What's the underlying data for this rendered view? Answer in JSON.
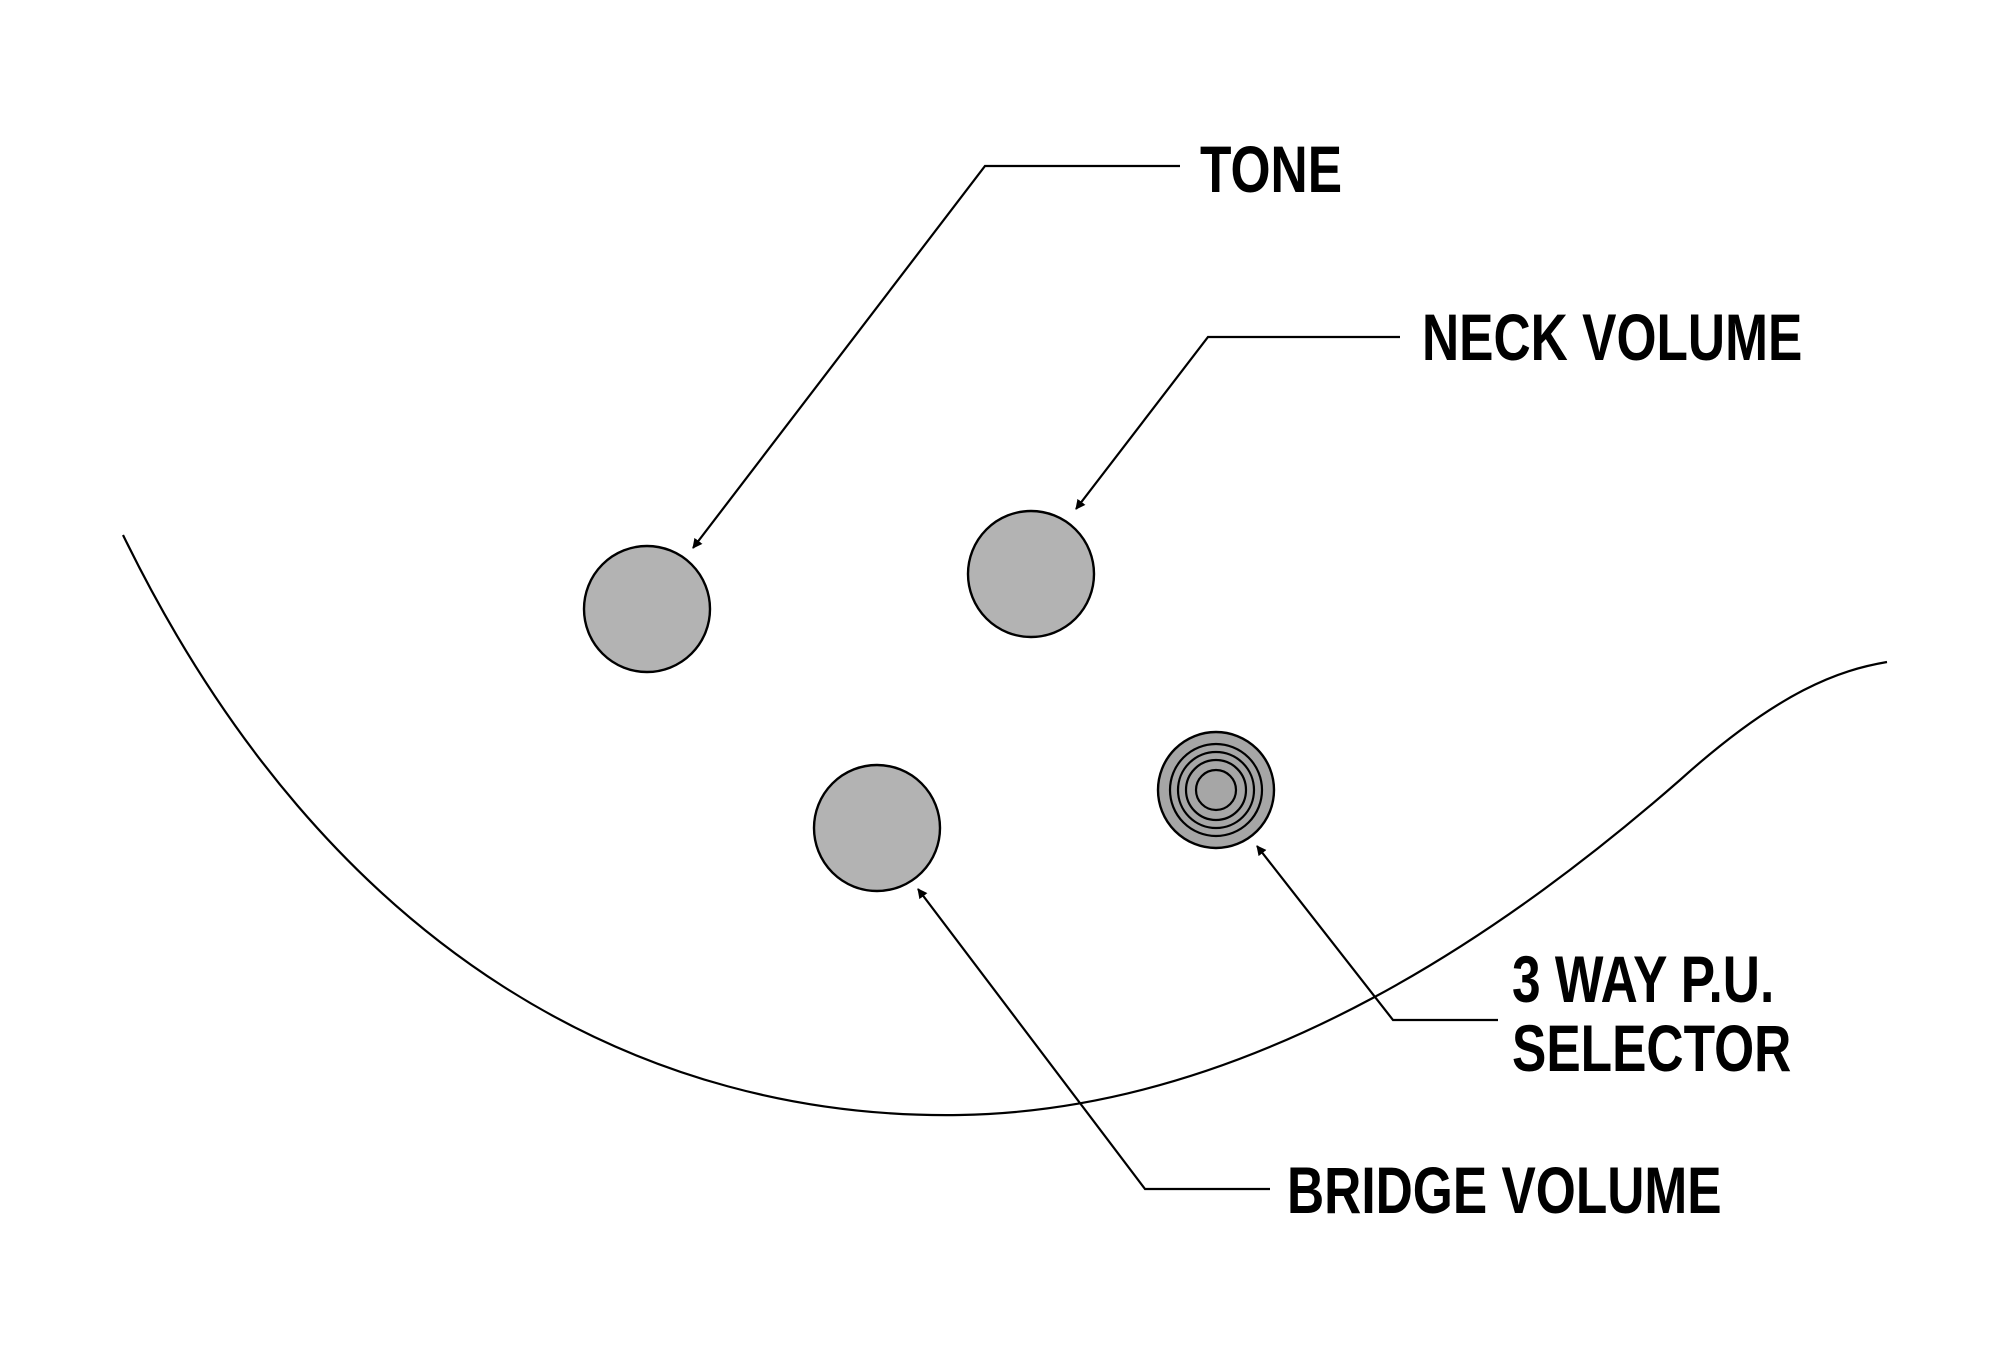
{
  "diagram": {
    "controls": [
      {
        "id": "tone",
        "label": "TONE"
      },
      {
        "id": "neck-volume",
        "label": "NECK VOLUME"
      },
      {
        "id": "bridge-volume",
        "label": "BRIDGE VOLUME"
      },
      {
        "id": "pu-selector",
        "label_line1": "3 WAY P.U.",
        "label_line2": "SELECTOR"
      }
    ],
    "colors": {
      "knob_fill": "#b3b3b3",
      "selector_fill": "#a6a6a6",
      "line": "#000000",
      "background": "#ffffff"
    }
  }
}
